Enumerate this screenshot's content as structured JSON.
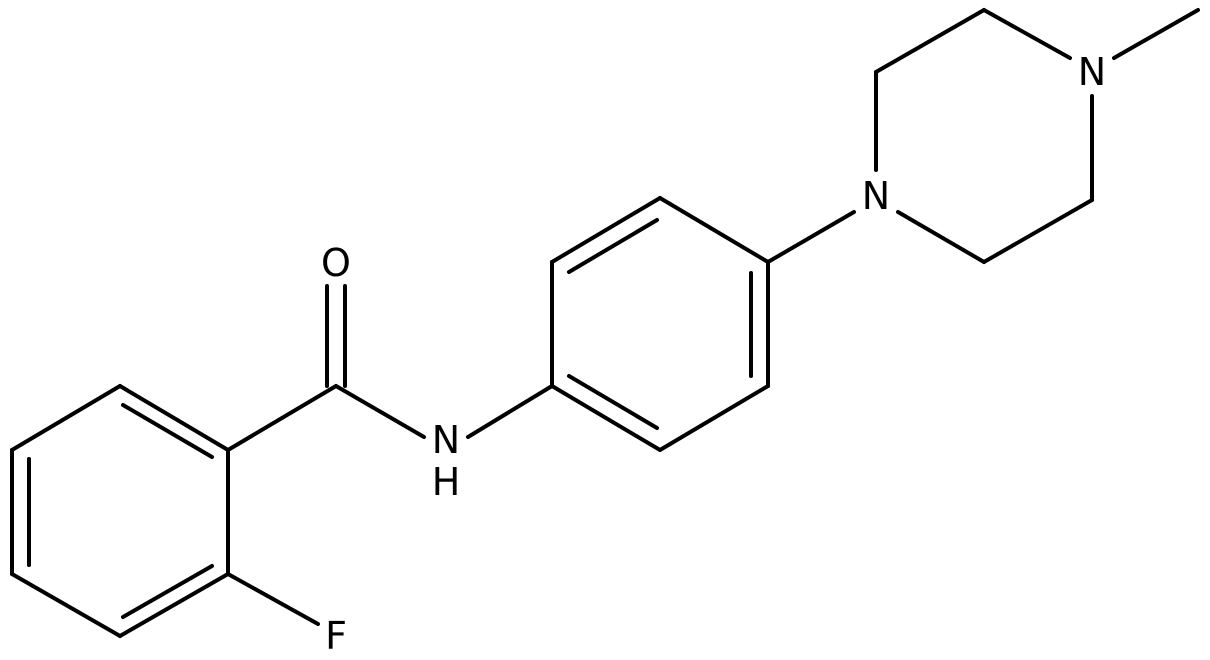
{
  "atoms": {
    "o": "O",
    "nh_n": "N",
    "nh_h": "H",
    "f": "F",
    "n_piperazine_aryl": "N",
    "n_piperazine_methyl": "N"
  }
}
